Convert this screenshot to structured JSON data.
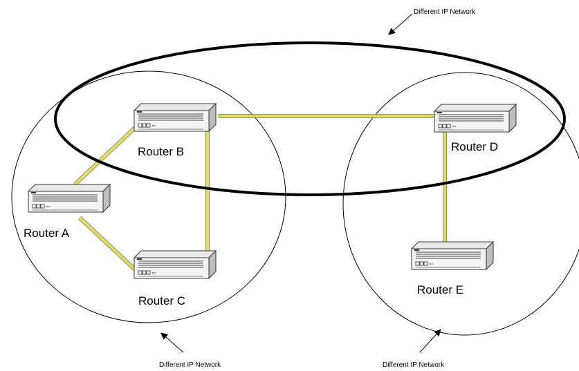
{
  "diagram": {
    "routers": [
      {
        "id": "A",
        "label": "Router A"
      },
      {
        "id": "B",
        "label": "Router B"
      },
      {
        "id": "C",
        "label": "Router C"
      },
      {
        "id": "D",
        "label": "Router D"
      },
      {
        "id": "E",
        "label": "Router E"
      }
    ],
    "links": [
      {
        "from": "A",
        "to": "B"
      },
      {
        "from": "A",
        "to": "C"
      },
      {
        "from": "B",
        "to": "C"
      },
      {
        "from": "B",
        "to": "D"
      },
      {
        "from": "D",
        "to": "E"
      }
    ],
    "network_labels": {
      "top": "Different IP Network",
      "bottom_left": "Different IP Network",
      "bottom_right": "Different IP Network"
    },
    "colors": {
      "link": "#e8de55",
      "link_outline": "#8a8a8a",
      "ellipse_thick": "#000000",
      "ellipse_thin": "#000000"
    }
  }
}
